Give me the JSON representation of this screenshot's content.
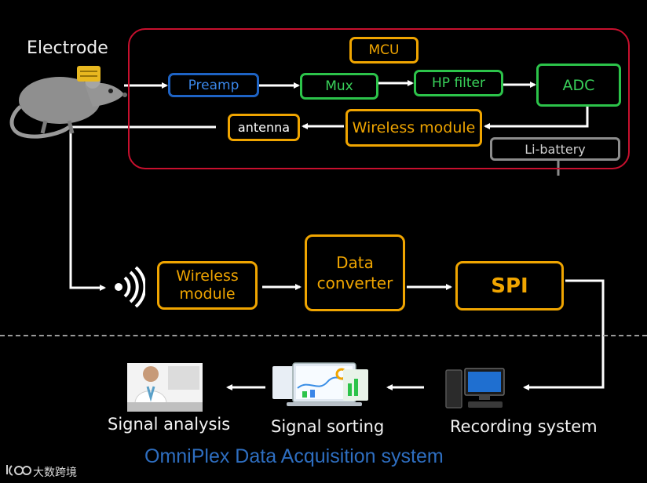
{
  "labels": {
    "electrode": "Electrode",
    "title": "OmniPlex Data Acquisition system",
    "watermark": "大数跨境"
  },
  "modules": {
    "mcu": "MCU",
    "preamp": "Preamp",
    "mux": "Mux",
    "hp_filter": "HP filter",
    "adc": "ADC",
    "wireless_module_top": "Wireless module",
    "antenna": "antenna",
    "li_battery": "Li-battery",
    "wireless_module_bottom": "Wireless module",
    "data_converter": "Data converter",
    "spi": "SPI"
  },
  "stages": {
    "recording_system": "Recording system",
    "signal_sorting": "Signal sorting",
    "signal_analysis": "Signal analysis"
  },
  "colors": {
    "region": "#c8102e",
    "blue": "#1e63c4",
    "green": "#2cc34a",
    "orange": "#f0a500",
    "grey": "#8c8c8c",
    "title": "#2e6ec0"
  },
  "icons": {
    "rat": "rat-with-implant-icon",
    "wireless": "wireless-signal-icon",
    "computer": "desktop-computer-icon",
    "laptop": "laptop-dashboard-icon",
    "doctor": "doctor-at-desk-icon",
    "logo": "watermark-logo-icon"
  }
}
